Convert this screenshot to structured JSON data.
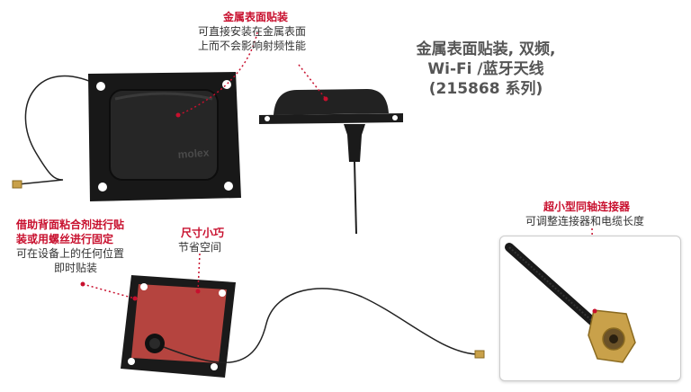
{
  "callouts": {
    "mounting": {
      "heading": "金属表面贴装",
      "lines": [
        "可直接安装在金属表面",
        "上而不会影响射频性能"
      ]
    },
    "adhesive": {
      "heading_lines": [
        "借助背面粘合剂进行贴",
        "装或用螺丝进行固定"
      ],
      "lines": [
        "可在设备上的任何位置",
        "即时贴装"
      ]
    },
    "size": {
      "heading": "尺寸小巧",
      "lines": [
        "节省空间"
      ]
    },
    "connector": {
      "heading": "超小型同轴连接器",
      "lines": [
        "可调整连接器和电缆长度"
      ]
    }
  },
  "product_title": {
    "lines": [
      "金属表面贴装, 双频,",
      "Wi-Fi /蓝牙天线",
      "(215868 系列)"
    ]
  },
  "brand": "molex",
  "colors": {
    "accent": "#c8102e",
    "body_text": "#333333",
    "title_text": "#555555",
    "antenna_black": "#1a1a1a",
    "adhesive_red": "#b5443f",
    "connector_gold": "#c9a14a"
  }
}
